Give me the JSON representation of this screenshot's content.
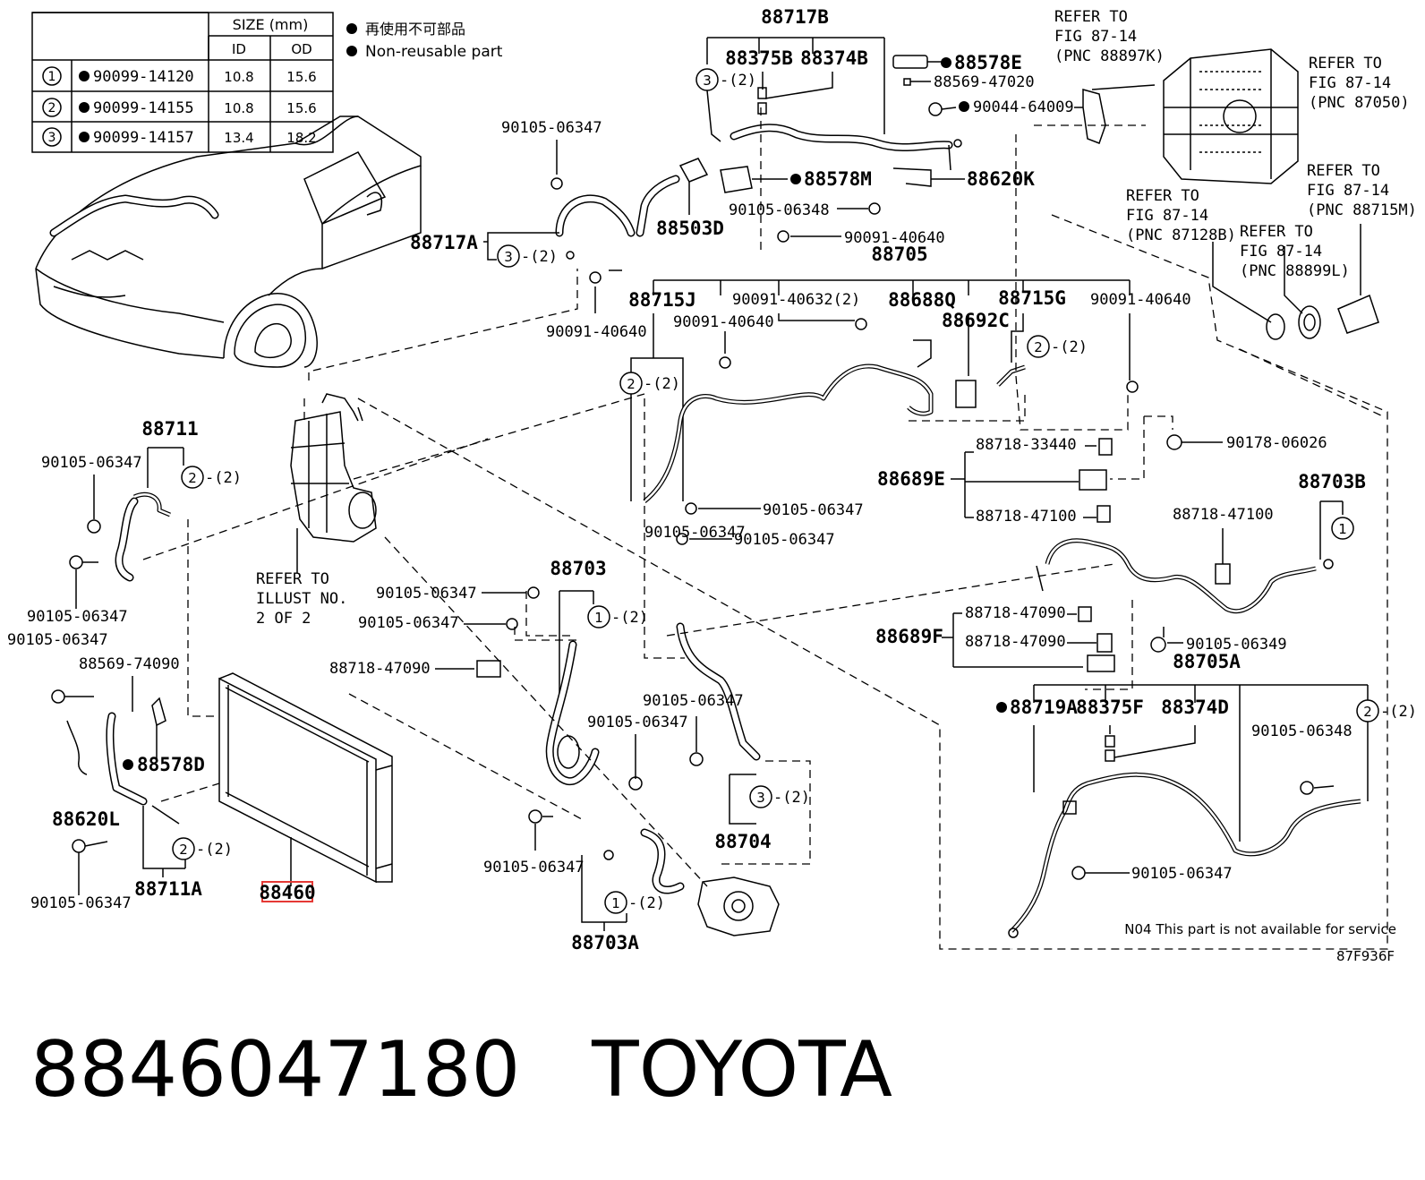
{
  "size_table": {
    "header": "SIZE (mm)",
    "col_id": "ID",
    "col_od": "OD",
    "rows": [
      {
        "num": "1",
        "part": "90099-14120",
        "id": "10.8",
        "od": "15.6"
      },
      {
        "num": "2",
        "part": "90099-14155",
        "id": "10.8",
        "od": "15.6"
      },
      {
        "num": "3",
        "part": "90099-14157",
        "id": "13.4",
        "od": "18.2"
      }
    ]
  },
  "legend": {
    "jp": "再使用不可部品",
    "en": "Non-reusable part"
  },
  "labels": {
    "l88717B": "88717B",
    "l88375B": "88375B",
    "l88374B": "88374B",
    "l88578E": "88578E",
    "l88569_47020": "88569-47020",
    "l90044_64009": "90044-64009",
    "l88578M": "88578M",
    "l88620K": "88620K",
    "l90105_06348a": "90105-06348",
    "l90091_40640a": "90091-40640",
    "l88705": "88705",
    "l88503D": "88503D",
    "l88717A": "88717A",
    "l90105_06347top": "90105-06347",
    "l90091_40640b": "90091-40640",
    "l88715J": "88715J",
    "l90091_40632": "90091-40632(2)",
    "l88688Q": "88688Q",
    "l88715G": "88715G",
    "l90091_40640c": "90091-40640",
    "l90091_40640d": "90091-40640",
    "l88692C": "88692C",
    "l88711": "88711",
    "l90105_06347a": "90105-06347",
    "l90105_06347b": "90105-06347",
    "l90105_06347c": "90105-06347",
    "l88569_74090": "88569-74090",
    "l88578D": "88578D",
    "l88620L": "88620L",
    "l90105_06347d": "90105-06347",
    "l88711A": "88711A",
    "l88460": "88460",
    "refer_illust": [
      "REFER TO",
      "ILLUST NO.",
      "2 OF 2"
    ],
    "l88718_33440": "88718-33440",
    "l88689E": "88689E",
    "l88718_47100a": "88718-47100",
    "l90178_06026": "90178-06026",
    "l88703B": "88703B",
    "l88718_47100b": "88718-47100",
    "l90105_06347e": "90105-06347",
    "l90105_06347f": "90105-06347",
    "l88703": "88703",
    "l90105_06347g": "90105-06347",
    "l90105_06347h": "90105-06347",
    "l88718_47090a": "88718-47090",
    "l88718_47090b": "88718-47090",
    "l88718_47090c": "88718-47090",
    "l88689F": "88689F",
    "l90105_06349": "90105-06349",
    "l88705A": "88705A",
    "l88719A": "88719A",
    "l88375F": "88375F",
    "l88374D": "88374D",
    "l90105_06348b": "90105-06348",
    "l90105_06347i": "90105-06347",
    "l90105_06347j": "90105-06347",
    "l88704": "88704",
    "l90105_06347k": "90105-06347",
    "l90105_06347l": "90105-06347",
    "l88703A": "88703A",
    "refer1": [
      "REFER TO",
      "FIG 87-14",
      "(PNC 88897K)"
    ],
    "refer2": [
      "REFER TO",
      "FIG 87-14",
      "(PNC 87050)"
    ],
    "refer3": [
      "REFER TO",
      "FIG 87-14",
      "(PNC 88715M)"
    ],
    "refer4": [
      "REFER TO",
      "FIG 87-14",
      "(PNC 87128B)"
    ],
    "refer5": [
      "REFER TO",
      "FIG 87-14",
      "(PNC 88899L)"
    ],
    "qty2": "-(2)",
    "note": "N04 This part is not available for service",
    "fig_code": "87F936F"
  },
  "footer": {
    "part_number": "8846047180",
    "brand": "TOYOTA"
  }
}
